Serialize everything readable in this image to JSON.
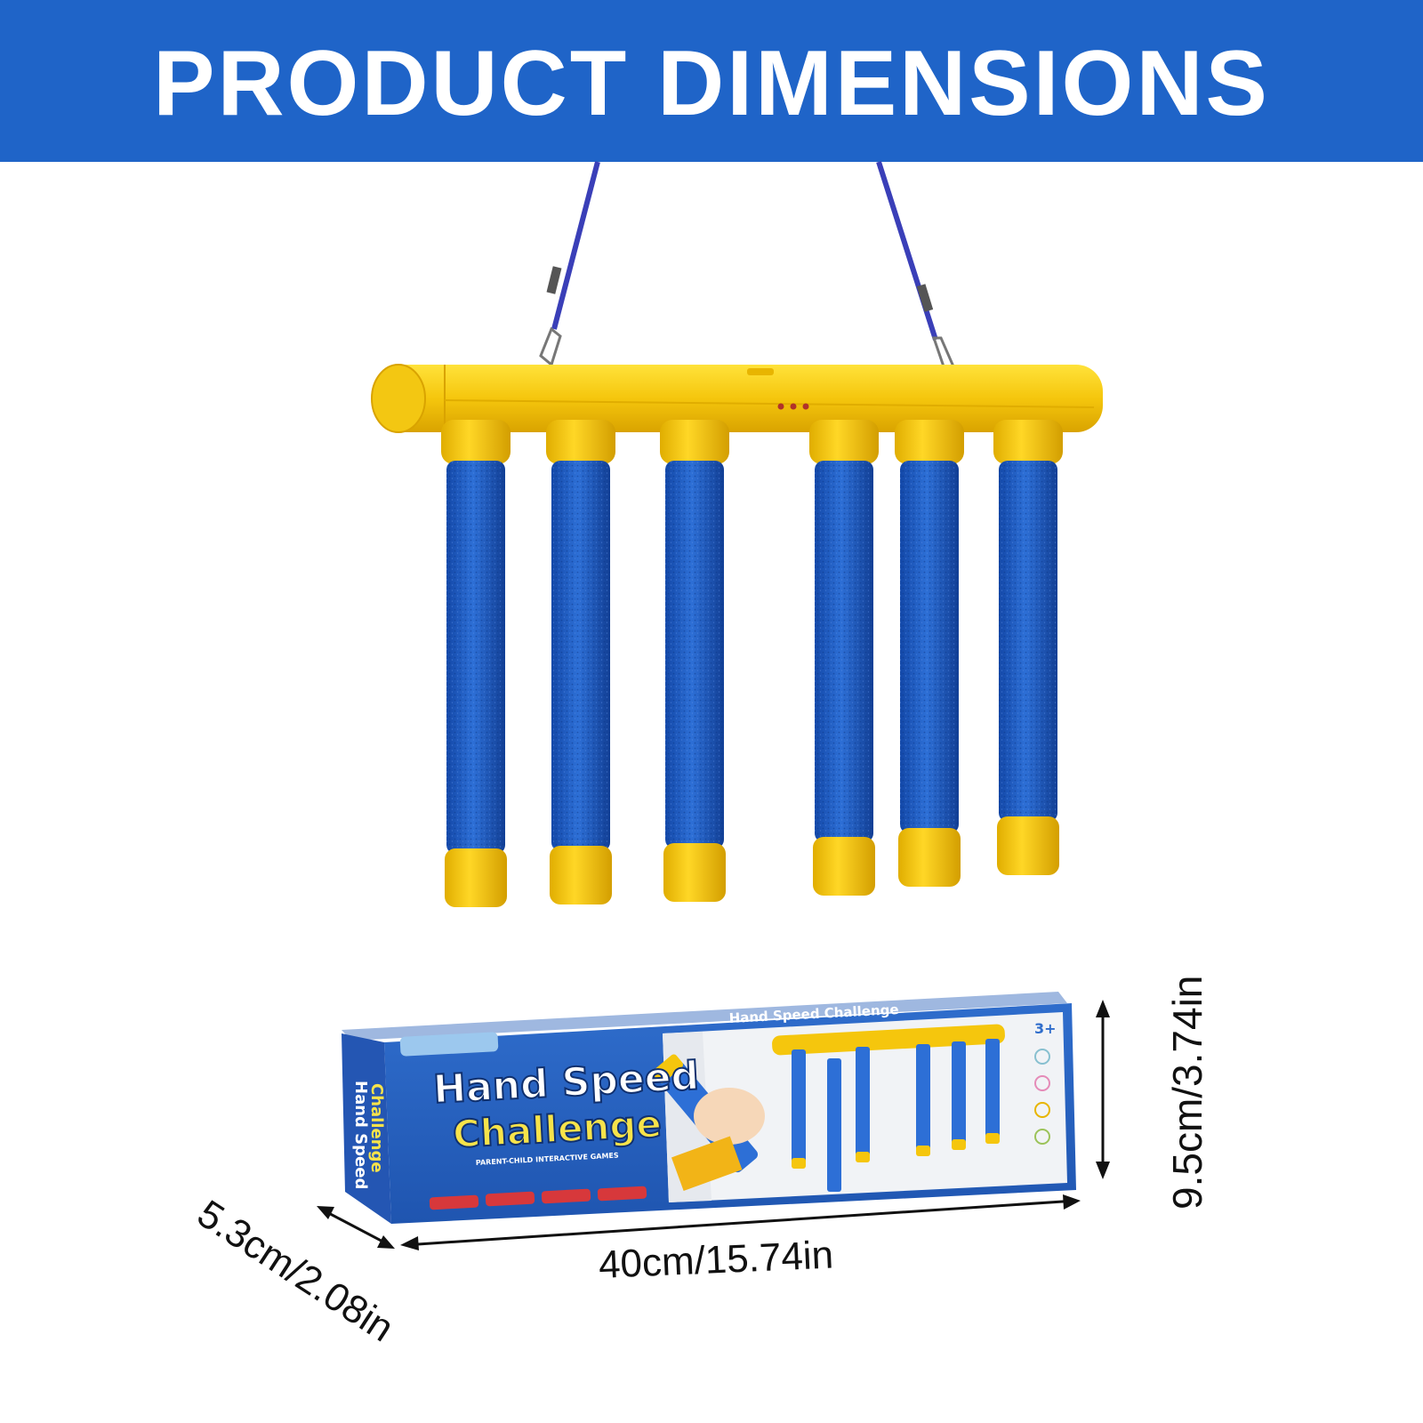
{
  "banner": {
    "title": "PRODUCT DIMENSIONS"
  },
  "dimensions": {
    "width": "40cm/15.74in",
    "height": "9.5cm/3.74in",
    "depth": "5.3cm/2.08in"
  },
  "box": {
    "title_line1": "Hand Speed",
    "title_line2": "Challenge",
    "subtitle": "PARENT-CHILD INTERACTIVE GAMES",
    "top_title": "Hand Speed Challenge",
    "side_title_line1": "Hand Speed",
    "side_title_line2": "Challenge",
    "age": "3+"
  },
  "colors": {
    "banner": "#1f64c8",
    "yellow": "#f5c60d",
    "foam_blue": "#1f5fc4",
    "box_blue": "#2a63c1",
    "rope": "#3a3fb8"
  }
}
